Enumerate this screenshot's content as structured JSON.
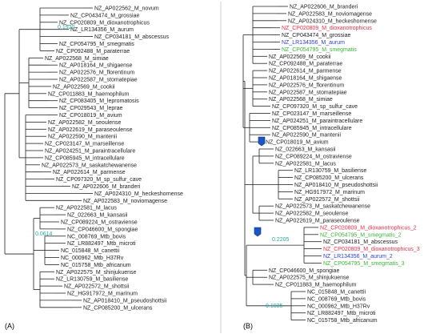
{
  "colors": {
    "default": "#222222",
    "support": "#27a9a0",
    "red": "#e8304a",
    "blue": "#2b3fd6",
    "green": "#3ab53a",
    "marker": "#1b57c4"
  },
  "panels": [
    {
      "label": "(A)",
      "leaves": [
        {
          "name": "NZ_AP022562_M_novum"
        },
        {
          "name": "NZ_CP043474_M_grossiae"
        },
        {
          "name": "NZ_CP020809_M_dioxanotrophicus"
        },
        {
          "name": "NZ_LR134356_M_aurum"
        },
        {
          "name": "NZ_CP034181_M_abscessus"
        },
        {
          "name": "NZ_CP054795_M_smegmatis"
        },
        {
          "name": "NZ_CP092488_M_paraterrae"
        },
        {
          "name": "NZ_AP022568_M_simiae"
        },
        {
          "name": "NZ_AP018164_M_shigaense"
        },
        {
          "name": "NZ_AP022576_M_florentinum"
        },
        {
          "name": "NZ_AP022587_M_stomatepiae"
        },
        {
          "name": "NZ_AP022569_M_cookii"
        },
        {
          "name": "NZ_CP011883_M_haemophilum"
        },
        {
          "name": "NZ_CP083405_M_lepromatosis"
        },
        {
          "name": "NZ_CP029543_M_leprae"
        },
        {
          "name": "NZ_CP018019_M_avium"
        },
        {
          "name": "NZ_AP022582_M_seoulense"
        },
        {
          "name": "NZ_AP022619_M_paraseoulense"
        },
        {
          "name": "NZ_AP022590_M_mantenii"
        },
        {
          "name": "NZ_CP023147_M_marseillense"
        },
        {
          "name": "NZ_AP024251_M_paraintracellulare"
        },
        {
          "name": "NZ_CP085945_M_intracellulare"
        },
        {
          "name": "NZ_AP022573_M_saskatchewanense"
        },
        {
          "name": "NZ_AP022614_M_parmense"
        },
        {
          "name": "NZ_CP097320_M_sp_sulfur_cave"
        },
        {
          "name": "NZ_AP022606_M_branderi"
        },
        {
          "name": "NZ_AP024310_M_heckeshornense"
        },
        {
          "name": "NZ_AP022583_M_noviomagense"
        },
        {
          "name": "NZ_AP022581_M_lacus"
        },
        {
          "name": "NZ_022663_M_kansasii"
        },
        {
          "name": "NZ_CP089224_M_ostraviense"
        },
        {
          "name": "NZ_CP046600_M_spongiae"
        },
        {
          "name": "NC_008769_Mtb_bovis"
        },
        {
          "name": "NZ_LR882497_Mtb_microti"
        },
        {
          "name": "NC_015848_M_canettii"
        },
        {
          "name": "NC_000962_Mtb_H37Rv"
        },
        {
          "name": "NC_015758_Mtb_africanum"
        },
        {
          "name": "NZ_AP022575_M_shinjukuense"
        },
        {
          "name": "NZ_LR130759_M_basiliense"
        },
        {
          "name": "NZ_AP022572_M_shottsii"
        },
        {
          "name": "NZ_HG917972_M_marinum"
        },
        {
          "name": "NZ_AP018410_M_pseudoshottsii"
        },
        {
          "name": "NZ_CP085200_M_ulcerans"
        }
      ],
      "supports": [
        {
          "value": "0.1920"
        },
        {
          "value": "0.0614"
        }
      ]
    },
    {
      "label": "(B)",
      "leaves": [
        {
          "name": "NZ_AP022606_M_branderi"
        },
        {
          "name": "NZ_AP022583_M_noviomagense"
        },
        {
          "name": "NZ_AP024310_M_heckeshornense"
        },
        {
          "name": "NZ_CP020809_M_dioxanotrophicus",
          "color": "red"
        },
        {
          "name": "NZ_CP043474_M_grossiae"
        },
        {
          "name": "NZ_LR134356_M_aurum",
          "color": "blue"
        },
        {
          "name": "NZ_CP054795_M_smegmatis",
          "color": "green"
        },
        {
          "name": "NZ_AP022569_M_cookii"
        },
        {
          "name": "NZ_CP092488_M_paraterrae"
        },
        {
          "name": "NZ_AP022614_M_parmense"
        },
        {
          "name": "NZ_AP018164_M_shigaense"
        },
        {
          "name": "NZ_AP022576_M_florentinum"
        },
        {
          "name": "NZ_AP022587_M_stomatepiae"
        },
        {
          "name": "NZ_AP022568_M_simiae"
        },
        {
          "name": "NZ_CP097320_M_sp_sulfur_cave"
        },
        {
          "name": "NZ_CP023147_M_marseillense"
        },
        {
          "name": "NZ_AP024251_M_paraintracellulare"
        },
        {
          "name": "NZ_CP085945_M_intracellulare"
        },
        {
          "name": "NZ_AP022590_M_mantenii"
        },
        {
          "name": "NZ_CP018019_M_avium"
        },
        {
          "name": "NZ_022663_M_kansasii"
        },
        {
          "name": "NZ_CP089224_M_ostraviense"
        },
        {
          "name": "NZ_AP022581_M_lacus"
        },
        {
          "name": "NZ_LR130759_M_basiliense"
        },
        {
          "name": "NZ_CP085200_M_ulcerans"
        },
        {
          "name": "NZ_AP018410_M_pseudoshottsii"
        },
        {
          "name": "NZ_HG917972_M_marinum"
        },
        {
          "name": "NZ_AP022572_M_shottsii"
        },
        {
          "name": "NZ_AP022573_M_saskatchewanense"
        },
        {
          "name": "NZ_AP022582_M_seoulense"
        },
        {
          "name": "NZ_AP022619_M_paraseoulense"
        },
        {
          "name": "NZ_CP020809_M_dioxanotrophicus_2",
          "color": "red"
        },
        {
          "name": "NZ_CP054795_M_smegmatis_2",
          "color": "green"
        },
        {
          "name": "NZ_CP034181_M_abscessus"
        },
        {
          "name": "NZ_CP020809_M_dioxanotrophicus_3",
          "color": "red"
        },
        {
          "name": "NZ_LR134356_M_aurum_2",
          "color": "blue"
        },
        {
          "name": "NZ_CP054795_M_smegmatis_3",
          "color": "green"
        },
        {
          "name": "NZ_CP046600_M_spongiae"
        },
        {
          "name": "NZ_AP022575_M_shinjukuense"
        },
        {
          "name": "NZ_CP011883_M_haemophilum"
        },
        {
          "name": "NC_015848_M_canettii"
        },
        {
          "name": "NC_008769_Mtb_bovis"
        },
        {
          "name": "NC_000962_Mtb_H37Rv"
        },
        {
          "name": "NZ_LR882497_Mtb_microti"
        },
        {
          "name": "NC_015758_Mtb_africanum"
        }
      ],
      "supports": [
        {
          "value": "0.2205"
        },
        {
          "value": "0.1035"
        }
      ]
    }
  ]
}
